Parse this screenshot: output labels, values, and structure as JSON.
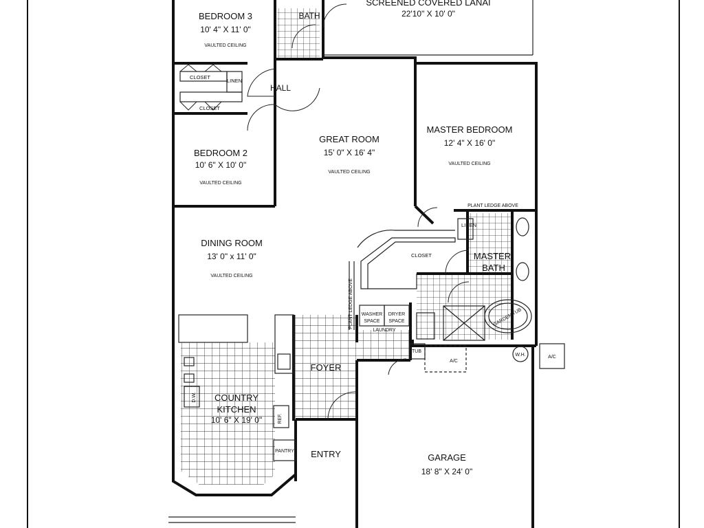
{
  "rooms": {
    "lanai": {
      "name": "SCREENED COVERED LANAI",
      "dim": "22'10\" X 10' 0\""
    },
    "bath": {
      "name": "BATH"
    },
    "bedroom3": {
      "name": "BEDROOM 3",
      "dim": "10' 4\" X 11' 0\"",
      "note": "VAULTED CEILING"
    },
    "closet_upper": {
      "name": "CLOSET"
    },
    "linen_hall": {
      "name": "LINEN"
    },
    "closet_lower": {
      "name": "CLOSET"
    },
    "hall": {
      "name": "HALL"
    },
    "bedroom2": {
      "name": "BEDROOM 2",
      "dim": "10' 6\" X 10' 0\"",
      "note": "VAULTED CEILING"
    },
    "great_room": {
      "name": "GREAT ROOM",
      "dim": "15' 0\" X 16' 4\"",
      "note": "VAULTED CEILING"
    },
    "master_bedroom": {
      "name": "MASTER BEDROOM",
      "dim": "12' 4\" X 16' 0\"",
      "note": "VAULTED CEILING"
    },
    "plant_ledge_master": {
      "name": "PLANT LEDGE ABOVE"
    },
    "linen_master": {
      "name": "LINEN"
    },
    "master_closet": {
      "name": "CLOSET"
    },
    "master_bath": {
      "name_line1": "MASTER",
      "name_line2": "BATH"
    },
    "garden_tub": {
      "name": "GARDEN TUB"
    },
    "dining": {
      "name": "DINING ROOM",
      "dim": "13' 0\" x 11' 0\"",
      "note": "VAULTED CEILING"
    },
    "plant_ledge_dining": {
      "name": "PLANT LEDGE ABOVE"
    },
    "washer": {
      "line1": "WASHER",
      "line2": "SPACE"
    },
    "dryer": {
      "line1": "DRYER",
      "line2": "SPACE"
    },
    "laundry": {
      "name": "LAUNDRY"
    },
    "tub": {
      "name": "TUB"
    },
    "ac_inner": {
      "name": "A/C"
    },
    "wh": {
      "name": "W.H."
    },
    "ac_outer": {
      "name": "A/C"
    },
    "foyer": {
      "name": "FOYER"
    },
    "kitchen": {
      "name_line1": "COUNTRY",
      "name_line2": "KITCHEN",
      "dim": "10' 6\" X 19' 0\""
    },
    "dw": {
      "name": "D.W."
    },
    "ref": {
      "name": "REF."
    },
    "pantry": {
      "name": "PANTRY"
    },
    "entry": {
      "name": "ENTRY"
    },
    "garage": {
      "name": "GARAGE",
      "dim": "18' 8\" X 24' 0\""
    }
  }
}
